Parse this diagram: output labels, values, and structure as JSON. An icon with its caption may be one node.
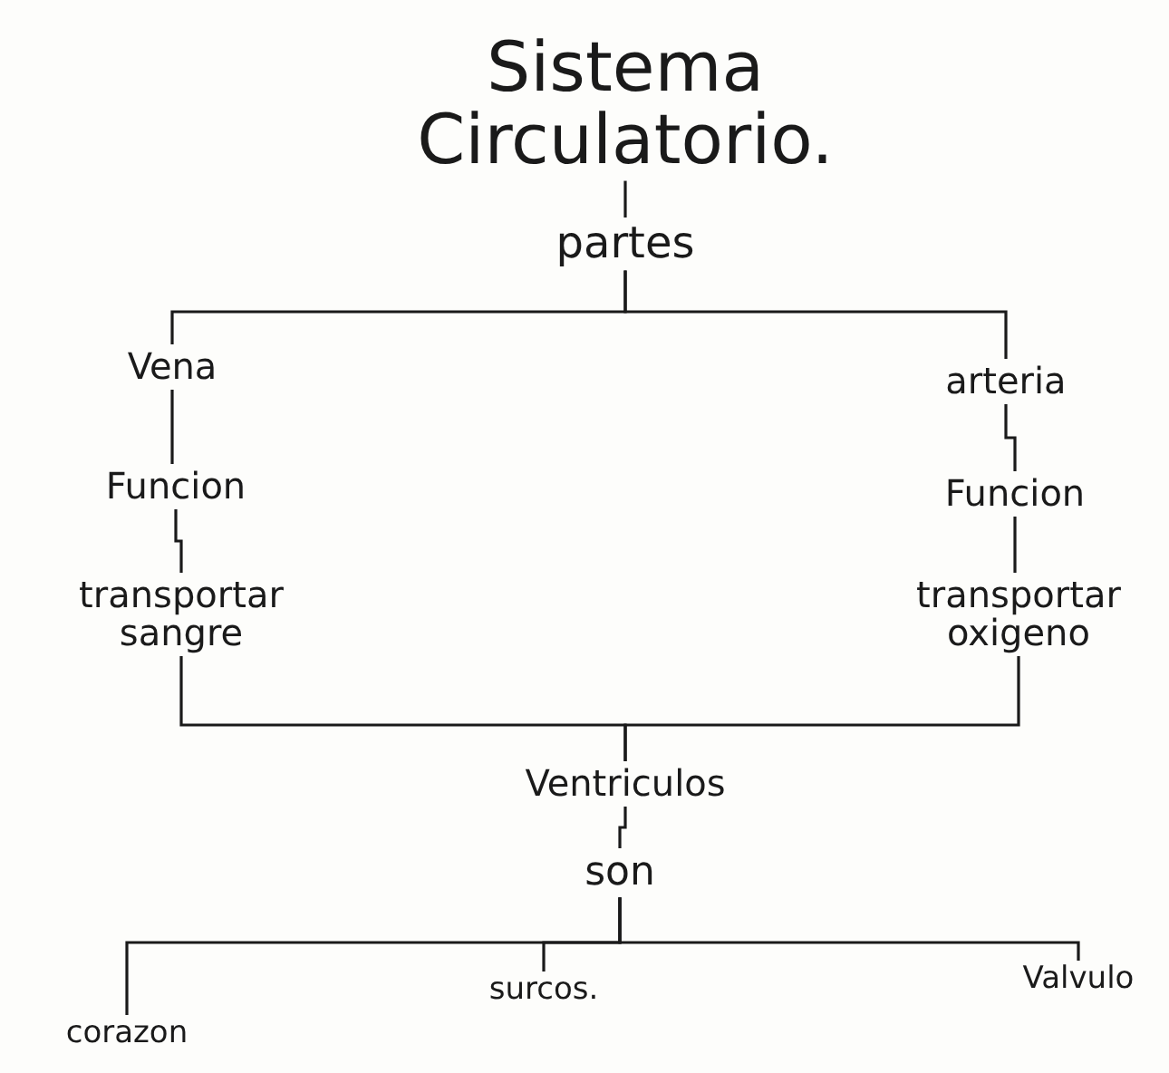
{
  "diagram": {
    "nodes": [
      {
        "text": [
          "Sistema Circulatorio."
        ]
      },
      {
        "text": [
          "partes"
        ]
      },
      {
        "text": [
          "Vena"
        ]
      },
      {
        "text": [
          "Funcion"
        ]
      },
      {
        "text": [
          "transportar sangre"
        ]
      },
      {
        "text": [
          "arteria"
        ]
      },
      {
        "text": [
          "Funcion"
        ]
      },
      {
        "text": [
          "transportar oxigeno"
        ]
      },
      {
        "text": [
          "Ventriculos"
        ]
      },
      {
        "text": [
          "son"
        ]
      },
      {
        "text": [
          "corazon"
        ]
      },
      {
        "text": [
          "surcos."
        ]
      },
      {
        "text": [
          "Valvulo"
        ]
      }
    ],
    "edges": [
      {
        "from": 0,
        "to": 1,
        "arrow": "none"
      },
      {
        "from": 1,
        "to": 2,
        "arrow": "none"
      },
      {
        "from": 1,
        "to": 5,
        "arrow": "none"
      },
      {
        "from": 2,
        "to": 3,
        "arrow": "none"
      },
      {
        "from": 3,
        "to": 4,
        "arrow": "none"
      },
      {
        "from": 5,
        "to": 6,
        "arrow": "none"
      },
      {
        "from": 6,
        "to": 7,
        "arrow": "none"
      },
      {
        "from": 4,
        "to": 8,
        "arrow": "none"
      },
      {
        "from": 7,
        "to": 8,
        "arrow": "none"
      },
      {
        "from": 8,
        "to": 9,
        "arrow": "none"
      },
      {
        "from": 9,
        "to": 10,
        "arrow": "none"
      },
      {
        "from": 9,
        "to": 11,
        "arrow": "none"
      },
      {
        "from": 9,
        "to": 12,
        "arrow": "none"
      }
    ]
  }
}
